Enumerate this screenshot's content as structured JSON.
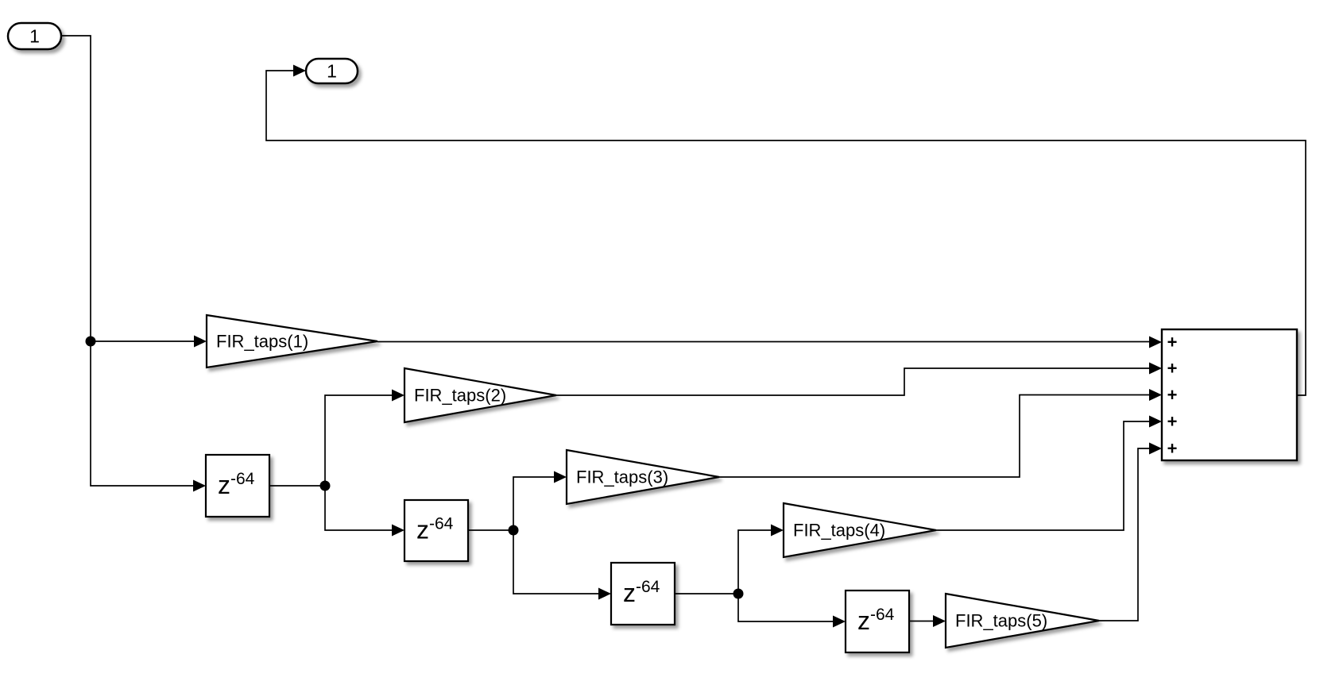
{
  "canvas": {
    "background_color": "#ffffff",
    "line_color": "#000000",
    "app": "simulink-model-canvas"
  },
  "blocks": {
    "inport": {
      "label": "1",
      "type": "input-port"
    },
    "outport": {
      "label": "1",
      "type": "output-port"
    },
    "gains": [
      {
        "label": "FIR_taps(1)"
      },
      {
        "label": "FIR_taps(2)"
      },
      {
        "label": "FIR_taps(3)"
      },
      {
        "label": "FIR_taps(4)"
      },
      {
        "label": "FIR_taps(5)"
      }
    ],
    "delays": [
      {
        "base": "z",
        "exponent": "-64"
      },
      {
        "base": "z",
        "exponent": "-64"
      },
      {
        "base": "z",
        "exponent": "-64"
      },
      {
        "base": "z",
        "exponent": "-64"
      }
    ],
    "sum": {
      "num_inputs": 5,
      "port_labels": [
        "+",
        "+",
        "+",
        "+",
        "+"
      ]
    }
  }
}
